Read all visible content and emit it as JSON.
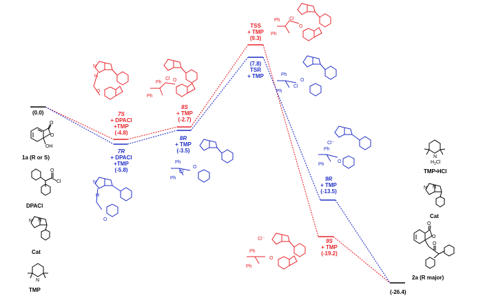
{
  "colors": {
    "s_pathway": "#e8232a",
    "r_pathway": "#1f2ec6",
    "reactants": "#000000"
  },
  "states": {
    "start": {
      "energy": "(0.0)"
    },
    "s7": {
      "id": "7S",
      "add1": "+ DPACl",
      "add2": "+TMP",
      "energy": "(-4.8)"
    },
    "r7": {
      "id": "7R",
      "add1": "+ DPACl",
      "add2": "+TMP",
      "energy": "(-5.8)"
    },
    "s8": {
      "id": "8S",
      "add1": "+ TMP",
      "energy": "(-2.7)"
    },
    "r8": {
      "id": "8R",
      "add1": "+ TMP",
      "energy": "(-3.5)"
    },
    "ts_s": {
      "id": "TSS",
      "add1": "+ TMP",
      "energy": "(9.3)"
    },
    "ts_r": {
      "id": "TSR",
      "add1": "+ TMP",
      "energy": "(7.8)"
    },
    "r9": {
      "id": "9R",
      "add1": "+ TMP",
      "energy": "(-13.5)"
    },
    "s9": {
      "id": "9S",
      "add1": "+ TMP",
      "energy": "(-19.2)"
    },
    "end": {
      "energy": "(-26.4)"
    }
  },
  "left_labels": {
    "sub": "1a (R or S)",
    "dpacl": "DPACl",
    "cat": "Cat",
    "tmp": "TMP"
  },
  "right_labels": {
    "tmphcl": "TMP•HCl",
    "cat": "Cat",
    "product": "2a (R major)"
  },
  "atoms": {
    "oh": "OH",
    "o": "O",
    "cl": "Cl",
    "ph": "Ph",
    "n": "N",
    "h": "H",
    "nh": "N",
    "chloride": "Cl⁻",
    "h2cl": "H",
    "h2cl_sub": "2",
    "h2cl_tail": "Cl",
    "nplus": "N"
  }
}
